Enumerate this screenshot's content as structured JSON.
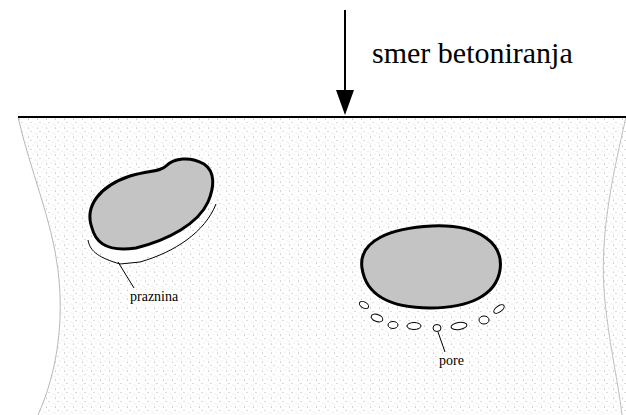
{
  "diagram": {
    "labels": [
      "smer betoniranja",
      "praznina",
      "pore"
    ]
  }
}
